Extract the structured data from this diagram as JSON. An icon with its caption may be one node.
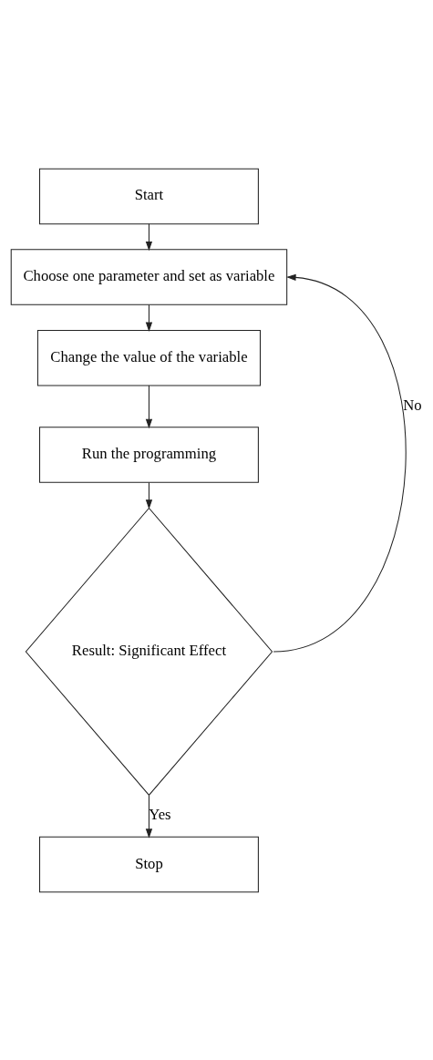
{
  "diagram": {
    "nodes": [
      {
        "text": [
          "Start"
        ]
      },
      {
        "text": [
          "Choose one parameter and set as variable"
        ]
      },
      {
        "text": [
          "Change the value of the variable"
        ]
      },
      {
        "text": [
          "Run the programming"
        ]
      },
      {
        "text": [
          "Result: Significant Effect"
        ]
      },
      {
        "text": [
          "Stop"
        ]
      }
    ],
    "edges": [
      {
        "from": 0,
        "to": 1,
        "arrow": "to"
      },
      {
        "from": 1,
        "to": 2,
        "arrow": "to"
      },
      {
        "from": 2,
        "to": 3,
        "arrow": "to"
      },
      {
        "from": 3,
        "to": 4,
        "arrow": "to"
      },
      {
        "from": 4,
        "to": 1,
        "arrow": "to",
        "label": "No"
      },
      {
        "from": 4,
        "to": 5,
        "arrow": "to",
        "label": "Yes"
      }
    ]
  }
}
